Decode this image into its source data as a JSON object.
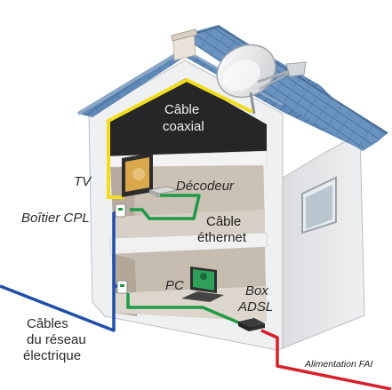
{
  "labels": {
    "cable_coaxial_1": "Câble",
    "cable_coaxial_2": "coaxial",
    "tv": "TV",
    "decodeur": "Décodeur",
    "boitier_cpl": "Boîtier CPL",
    "cable_ethernet_1": "Câble",
    "cable_ethernet_2": "éthernet",
    "pc": "PC",
    "box_1": "Box",
    "box_2": "ADSL",
    "cables_reseau_1": "Câbles",
    "cables_reseau_2": "du réseau",
    "cables_reseau_3": "électrique",
    "alimentation": "Alimentation FAI"
  },
  "colors": {
    "coax": "#f2dc1b",
    "ethernet": "#1f9a47",
    "power_blue": "#1f4fa8",
    "power_red": "#d8202a",
    "roof": "#5c86b6",
    "wall": "#f2f3f4",
    "interior": "#c2b8ac",
    "floor": "#e2dcd4"
  },
  "icons": [
    "satellite-dish-icon",
    "chimney-icon",
    "tv-icon",
    "decoder-icon",
    "cpl-plug-icon",
    "pc-monitor-icon",
    "adsl-box-icon",
    "window-icon"
  ]
}
